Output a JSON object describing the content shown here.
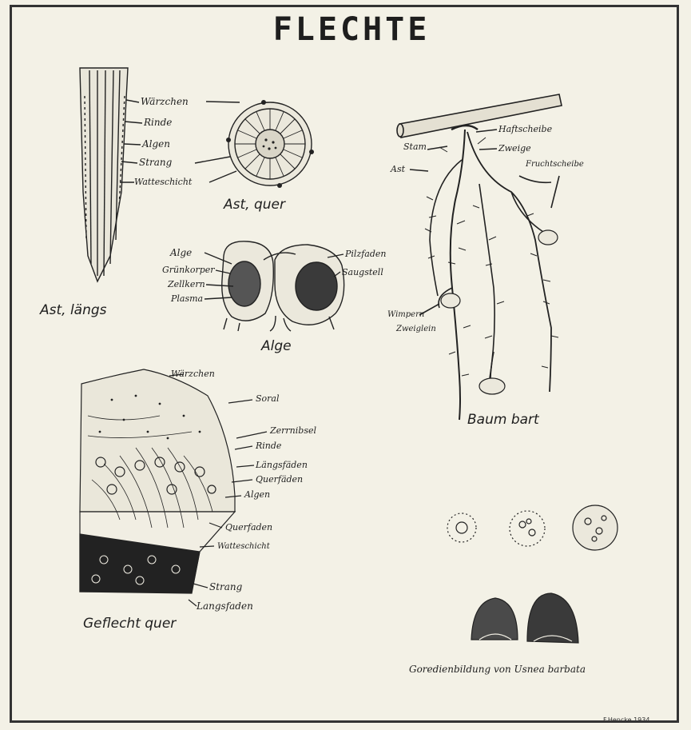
{
  "title": "FLECHTE",
  "ast_laengs": {
    "caption": "Ast, längs",
    "labels": [
      "Wärzchen",
      "Rinde",
      "Algen",
      "Strang",
      "Watteschicht"
    ]
  },
  "ast_quer": {
    "caption": "Ast, quer"
  },
  "alge": {
    "caption": "Alge",
    "labels_left": [
      "Alge",
      "Grünkorper",
      "Zellkern",
      "Plasma"
    ],
    "labels_right": [
      "Pilzfaden",
      "Saugstell"
    ]
  },
  "baumbart": {
    "caption": "Baum bart",
    "labels": [
      "Haftscheibe",
      "Stam",
      "Zweige",
      "Ast",
      "Fruchtscheibe",
      "Wimpern",
      "Zweiglein"
    ]
  },
  "geflecht": {
    "caption": "Geflecht quer",
    "labels": [
      "Wärzchen",
      "Soral",
      "Zerrnibsel",
      "Rinde",
      "Längsfäden",
      "Querfäden",
      "Algen",
      "Querfaden",
      "Watteschicht",
      "Strang",
      "Langsfaden"
    ]
  },
  "soredien": {
    "caption": "Goredienbildung von Usnea barbata"
  },
  "footer": "F.Hencke 1934"
}
